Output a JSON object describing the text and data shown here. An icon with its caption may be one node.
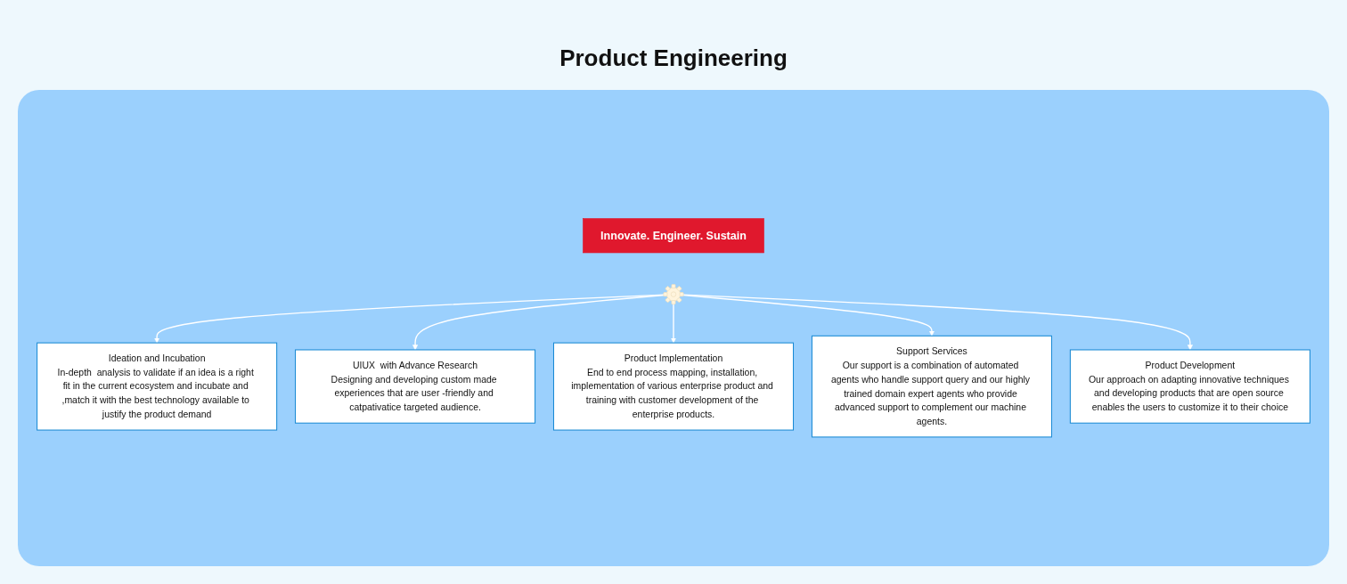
{
  "diagram": {
    "title": "Product Engineering",
    "nodes": [
      {
        "text": [
          "Innovate. Engineer. Sustain"
        ]
      },
      {
        "text": [],
        "shape": "circle"
      },
      {
        "text": [
          "Ideation and Incubation",
          "In-depth  analysis to validate if an idea is a right fit in the current ecosystem and incubate and ,match it with the best technology available to justify the product demand"
        ]
      },
      {
        "text": [
          "UIUX  with Advance Research",
          "Designing and developing custom made experiences that are user -friendly and catpativatice targeted audience."
        ]
      },
      {
        "text": [
          "Product Implementation",
          "End to end process mapping, installation, implementation of various enterprise product and training with customer development of the enterprise products."
        ]
      },
      {
        "text": [
          "Support Services",
          "Our support is a combination of automated agents who handle support query and our highly trained domain expert agents who provide advanced support to complement our machine agents."
        ]
      },
      {
        "text": [
          "Product Development",
          "Our approach on adapting innovative techniques and developing products that are open source enables the users to customize it to their choice"
        ]
      }
    ],
    "edges": [
      {
        "from": 1,
        "to": 2,
        "arrow": "to"
      },
      {
        "from": 1,
        "to": 3,
        "arrow": "to"
      },
      {
        "from": 1,
        "to": 4,
        "arrow": "to"
      },
      {
        "from": 1,
        "to": 5,
        "arrow": "to"
      },
      {
        "from": 1,
        "to": 6,
        "arrow": "to"
      }
    ]
  }
}
